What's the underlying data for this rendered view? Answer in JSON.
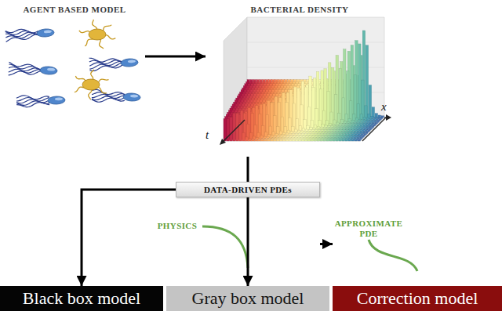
{
  "diagram": {
    "nodes": [
      {
        "text": [
          "AGENT BASED MODEL"
        ]
      },
      {
        "text": [
          "BACTERIAL DENSITY"
        ]
      },
      {
        "text": [
          "DATA-DRIVEN PDEs"
        ]
      },
      {
        "text": [
          "Black box model"
        ]
      },
      {
        "text": [
          "Gray box model"
        ]
      },
      {
        "text": [
          "Correction model"
        ]
      }
    ],
    "edges": [
      {
        "from": 0,
        "to": 1,
        "arrow": "to"
      },
      {
        "from": 1,
        "to": 2,
        "arrow": "none"
      },
      {
        "from": 2,
        "to": 3,
        "arrow": "to"
      },
      {
        "from": 2,
        "to": 4,
        "arrow": "to"
      },
      {
        "from": 2,
        "to": 5,
        "arrow": "to"
      }
    ],
    "labels": [
      "t",
      "x",
      "PHYSICS",
      "APPROXIMATE PDE"
    ]
  }
}
